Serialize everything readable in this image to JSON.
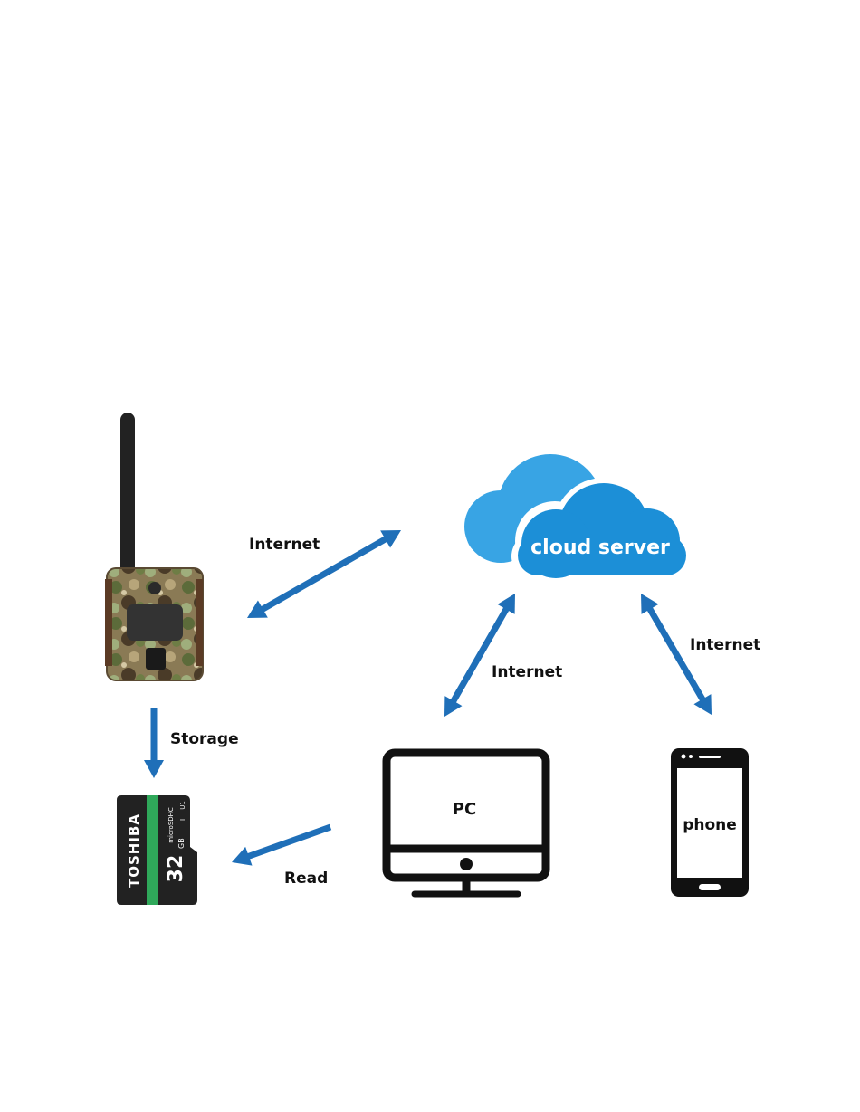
{
  "labels": {
    "internet_camera": "Internet",
    "internet_pc": "Internet",
    "internet_phone": "Internet",
    "storage": "Storage",
    "read": "Read",
    "cloud": "cloud server",
    "pc": "PC",
    "phone": "phone"
  },
  "sd_card": {
    "brand": "TOSHIBA",
    "capacity": "32",
    "unit": "GB",
    "format": "microSDHC",
    "speed_class": "U1",
    "bus_class": "I"
  },
  "colors": {
    "arrow": "#1f6fb8",
    "cloud_back": "#38a4e4",
    "cloud_front": "#1c8fd7",
    "sd_stripe": "#2fa85a",
    "device_outline": "#111111"
  },
  "icons": [
    "camera-icon",
    "cloud-icon",
    "monitor-icon",
    "smartphone-icon",
    "sd-card-icon"
  ]
}
